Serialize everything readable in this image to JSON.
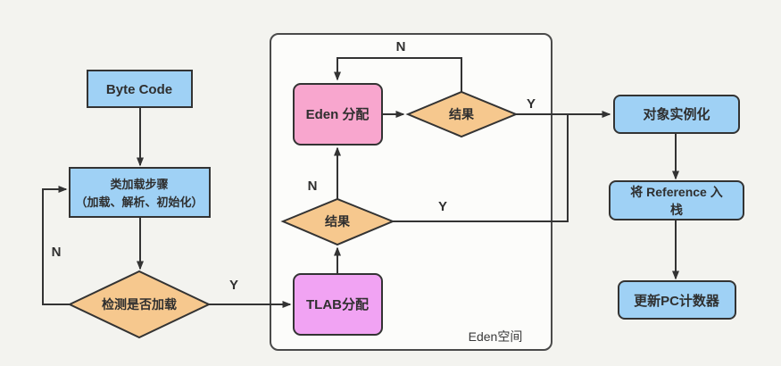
{
  "diagram": {
    "container": {
      "label": "Eden空间"
    },
    "colors": {
      "blue": "#9fd1f5",
      "orange": "#f6c88e",
      "pink": "#f8a6ce",
      "violet": "#f1a3f3",
      "line": "#333333",
      "background": "#f3f3ef",
      "container_fill": "#fcfcfa"
    },
    "nodes": {
      "byte_code": {
        "label": "Byte Code",
        "fill": "#9fd1f5"
      },
      "class_loading": {
        "line1": "类加载步骤",
        "line2": "（加载、解析、初始化）",
        "fill": "#9fd1f5"
      },
      "detect_loaded": {
        "label": "检测是否加载",
        "fill": "#f6c88e"
      },
      "tlab_alloc": {
        "label": "TLAB分配",
        "fill": "#f1a3f3"
      },
      "result_tlab": {
        "label": "结果",
        "fill": "#f6c88e"
      },
      "eden_alloc": {
        "label": "Eden 分配",
        "fill": "#f8a6ce"
      },
      "result_eden": {
        "label": "结果",
        "fill": "#f6c88e"
      },
      "object_instantiation": {
        "label": "对象实例化",
        "fill": "#9fd1f5"
      },
      "push_reference": {
        "line1": "将 Reference 入",
        "line2": "栈",
        "fill": "#9fd1f5"
      },
      "update_pc_counter": {
        "label": "更新PC计数器",
        "fill": "#9fd1f5"
      }
    },
    "edge_labels": {
      "detect_no": "N",
      "detect_yes": "Y",
      "tlab_result_no": "N",
      "tlab_result_yes": "Y",
      "eden_result_no": "N",
      "eden_result_yes": "Y"
    }
  }
}
